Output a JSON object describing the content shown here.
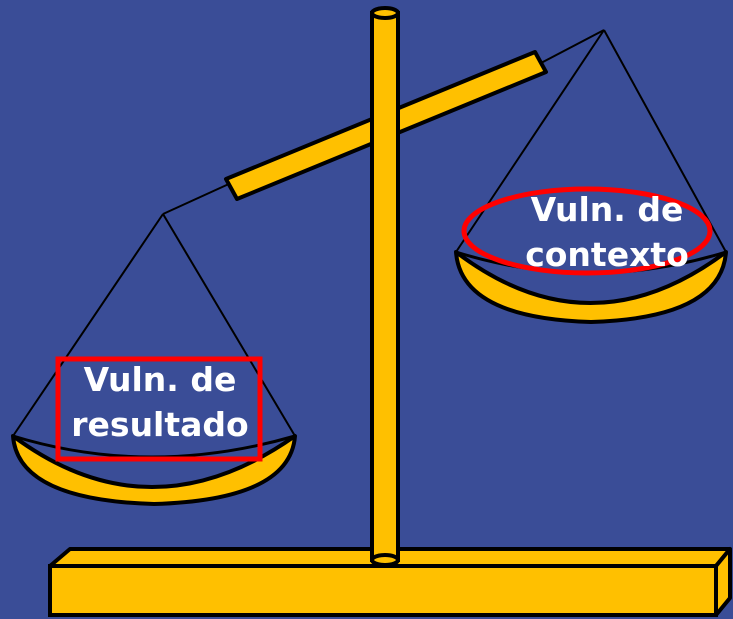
{
  "colors": {
    "background": "#3a4d97",
    "gold": "#ffc000",
    "outline": "#000000",
    "highlight": "#ff0000",
    "text": "#ffffff"
  },
  "left_pan": {
    "line1": "Vuln. de",
    "line2": "resultado",
    "highlight_shape": "rectangle"
  },
  "right_pan": {
    "line1": "Vuln. de",
    "line2": "contexto",
    "highlight_shape": "ellipse"
  }
}
